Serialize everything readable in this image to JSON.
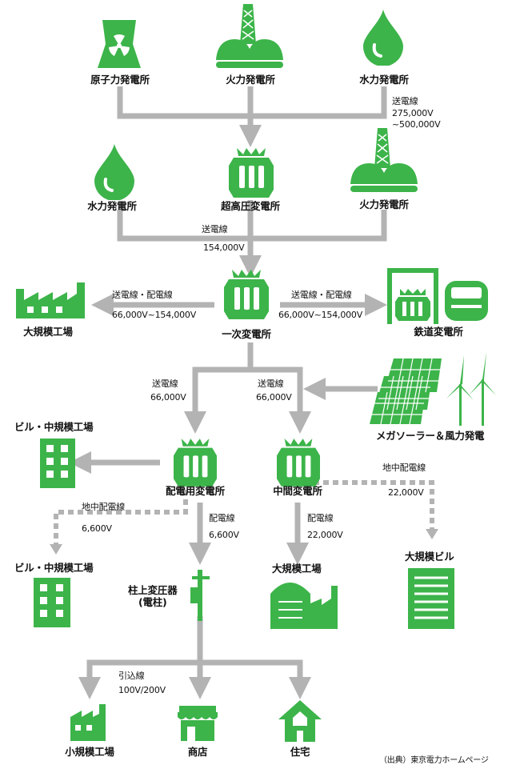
{
  "colors": {
    "green": "#3cb44a",
    "line": "#b3b3b3"
  },
  "tier1": {
    "nuclear": "原子力発電所",
    "thermal": "火力発電所",
    "hydro": "水力発電所",
    "line_label": "送電線",
    "line_voltage": "275,000V\n~500,000V"
  },
  "tier2": {
    "hydro": "水力発電所",
    "ultra_substation": "超高圧変電所",
    "thermal": "火力発電所",
    "line_label": "送電線",
    "line_voltage": "154,000V"
  },
  "tier3": {
    "primary_substation": "一次変電所",
    "left_line": "送電線・配電線",
    "left_voltage": "66,000V~154,000V",
    "left_target": "大規模工場",
    "right_line": "送電線・配電線",
    "right_voltage": "66,000V~154,000V",
    "right_target": "鉄道変電所"
  },
  "tier4": {
    "left_line": "送電線",
    "left_voltage": "66,000V",
    "right_line": "送電線",
    "right_voltage": "66,000V",
    "renewables": "メガソーラー＆風力発電"
  },
  "tier5": {
    "building_mid_top": "ビル・中規模工場",
    "distribution_substation": "配電用変電所",
    "intermediate_substation": "中間変電所",
    "underground_left": "地中配電線",
    "underground_left_voltage": "6,600V",
    "underground_right": "地中配電線",
    "underground_right_voltage": "22,000V",
    "dist_line": "配電線",
    "dist_voltage": "6,600V",
    "inter_line": "配電線",
    "inter_voltage": "22,000V"
  },
  "tier6": {
    "building_mid": "ビル・中規模工場",
    "pole_transformer": "柱上変圧器\n(電柱)",
    "large_factory": "大規模工場",
    "large_building": "大規模ビル"
  },
  "tier7": {
    "service_line": "引込線",
    "service_voltage": "100V/200V",
    "small_factory": "小規模工場",
    "shop": "商店",
    "house": "住宅"
  },
  "source": "（出典）東京電力ホームページ"
}
